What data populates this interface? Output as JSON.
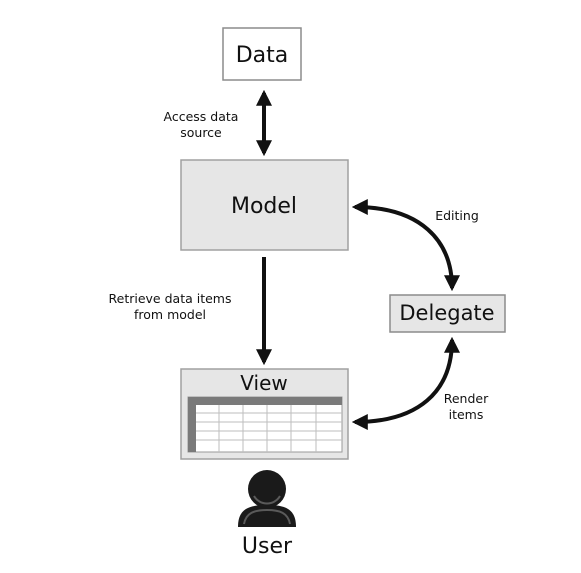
{
  "nodes": {
    "data": "Data",
    "model": "Model",
    "delegate": "Delegate",
    "view": "View",
    "user": "User"
  },
  "edges": {
    "access_line1": "Access data",
    "access_line2": "source",
    "retrieve_line1": "Retrieve data items",
    "retrieve_line2": "from model",
    "editing": "Editing",
    "render_line1": "Render",
    "render_line2": "items"
  },
  "colors": {
    "box_fill": "#e6e6e6",
    "box_stroke": "#8c8c8c",
    "view_header": "#7a7a7a",
    "arrow": "#111111",
    "user_icon": "#1a1a1a"
  }
}
